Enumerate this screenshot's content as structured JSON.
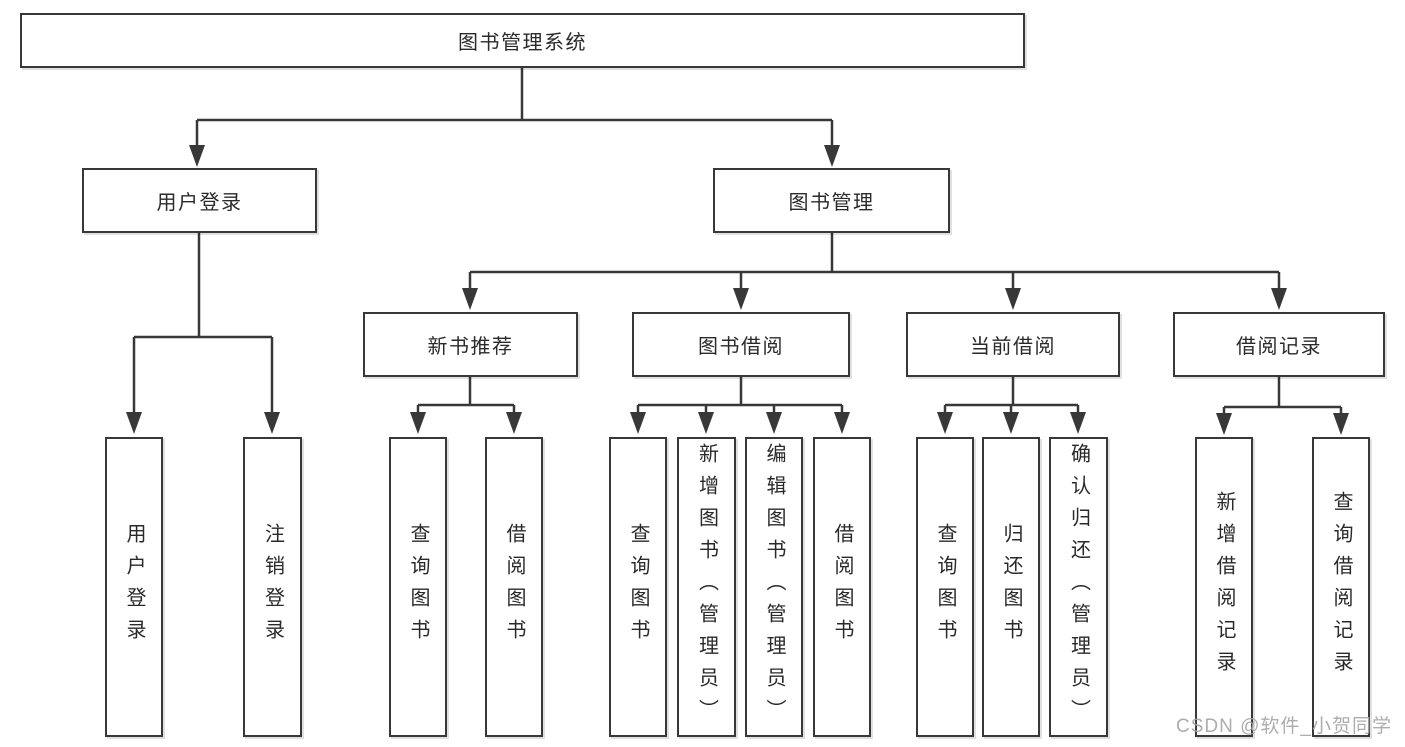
{
  "tree": {
    "root": "图书管理系统",
    "branches": [
      {
        "label": "用户登录",
        "leaves": [
          "用户登录",
          "注销登录"
        ]
      },
      {
        "label": "图书管理",
        "children": [
          {
            "label": "新书推荐",
            "leaves": [
              "查询图书",
              "借阅图书"
            ]
          },
          {
            "label": "图书借阅",
            "leaves": [
              "查询图书",
              "新增图书（管理员）",
              "编辑图书（管理员）",
              "借阅图书"
            ]
          },
          {
            "label": "当前借阅",
            "leaves": [
              "查询图书",
              "归还图书",
              "确认归还（管理员）"
            ]
          },
          {
            "label": "借阅记录",
            "leaves": [
              "新增借阅记录",
              "查询借阅记录"
            ]
          }
        ]
      }
    ]
  },
  "watermark": "CSDN @软件_小贺同学",
  "colors": {
    "line": "#383838",
    "box_border": "#383838",
    "box_fill": "#ffffff",
    "text": "#2a2a2a",
    "watermark": "#a6a6a6"
  }
}
